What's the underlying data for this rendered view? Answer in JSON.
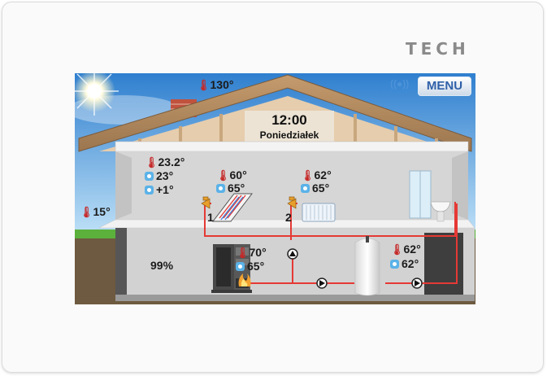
{
  "brand": "TECH",
  "header": {
    "menu_label": "MENU",
    "chimney_temp": "130°"
  },
  "clock": {
    "time": "12:00",
    "day": "Poniedziałek"
  },
  "outdoor": {
    "temp": "15°"
  },
  "room": {
    "current": "23.2°",
    "preset": "23°",
    "correction": "+1°"
  },
  "circuit1": {
    "number": "1",
    "current": "60°",
    "preset": "65°"
  },
  "circuit2": {
    "number": "2",
    "current": "62°",
    "preset": "65°"
  },
  "boiler": {
    "fuel_level": "99%",
    "current": "70°",
    "preset": "65°"
  },
  "hot_water": {
    "current": "62°",
    "preset": "62°"
  },
  "colors": {
    "pipe": "#e53935",
    "sky": "#3a8ad3",
    "roof": "#b58d62",
    "menu_text": "#2f60a8"
  },
  "icons": [
    "thermometer-icon",
    "preset-icon",
    "wifi-icon",
    "pump-icon",
    "sun-icon",
    "flame-icon"
  ]
}
